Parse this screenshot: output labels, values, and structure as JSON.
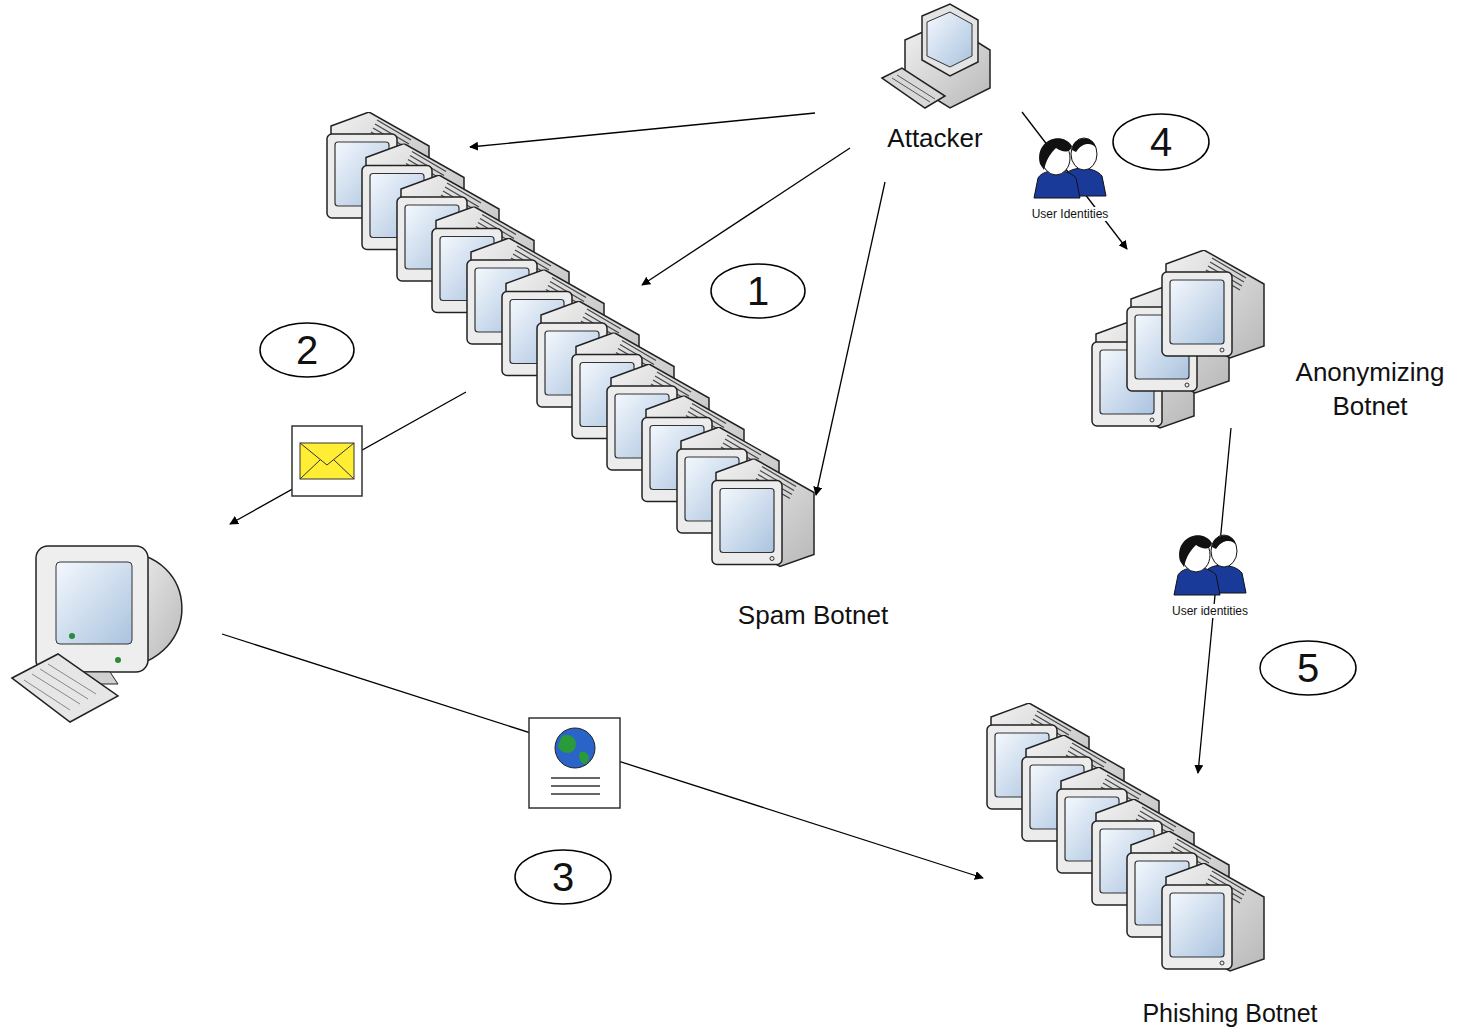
{
  "diagram": {
    "nodes": [
      {
        "text": [
          "Attacker"
        ]
      },
      {
        "text": [
          "Spam Botnet"
        ]
      },
      {
        "text": [
          "Anonymizing Botnet"
        ]
      },
      {
        "text": [
          "Phishing Botnet"
        ]
      }
    ],
    "edges": [
      {
        "from": 0,
        "to": 1,
        "arrow": "to"
      },
      {
        "from": 0,
        "to": 1,
        "arrow": "to"
      },
      {
        "from": 0,
        "to": 1,
        "arrow": "to"
      },
      {
        "from": 0,
        "to": 2,
        "arrow": "to"
      },
      {
        "from": 2,
        "to": 3,
        "arrow": "to"
      }
    ],
    "labels": [
      "1",
      "2",
      "3",
      "4",
      "5",
      "User Identities",
      "User identities"
    ]
  }
}
